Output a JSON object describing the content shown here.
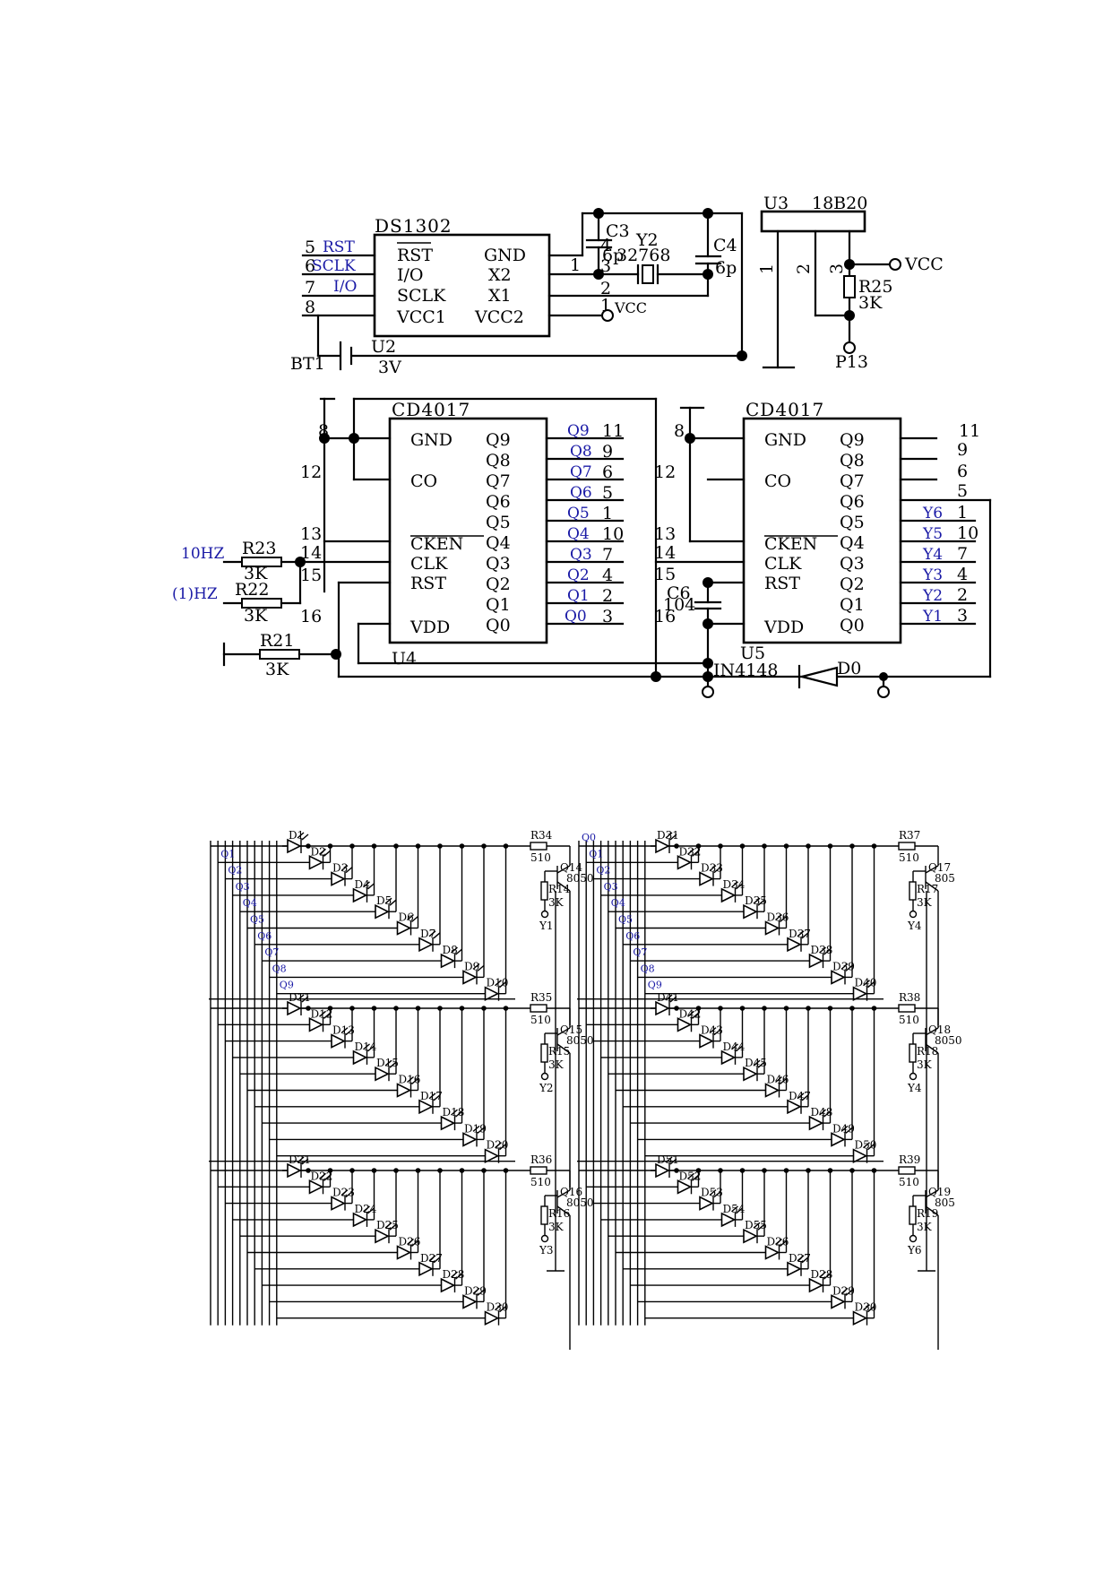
{
  "rtc": {
    "chip": "DS1302",
    "pins_left": [
      "RST",
      "I/O",
      "SCLK",
      "VCC1"
    ],
    "pins_right": [
      "GND",
      "X2",
      "X1",
      "VCC2"
    ],
    "pin_numbers": [
      "5",
      "6",
      "7",
      "8",
      "4",
      "3",
      "2",
      "1"
    ],
    "nets": [
      "RST",
      "SCLK",
      "I/O"
    ],
    "battery": "BT1",
    "battery_value": "3V",
    "ref": "U2",
    "vcc_label": "VCC"
  },
  "crystal": {
    "c3": "C3",
    "c3_value": "6p",
    "y2": "Y2",
    "y2_value": "32768",
    "c4": "C4",
    "c4_value": "6p"
  },
  "sensor": {
    "ref": "U3",
    "chip": "18B20",
    "pins": [
      "1",
      "2",
      "3"
    ],
    "r25": "R25",
    "r25_value": "3K",
    "vcc": "VCC",
    "port": "P13"
  },
  "counter_left": {
    "chip": "CD4017",
    "ref": "U4",
    "left_pins": [
      "GND",
      "CO",
      "CKEN",
      "CLK",
      "RST",
      "VDD"
    ],
    "left_pin_numbers": [
      "8",
      "12",
      "13",
      "14",
      "15",
      "16"
    ],
    "outputs": [
      "Q9",
      "Q8",
      "Q7",
      "Q6",
      "Q5",
      "Q4",
      "Q3",
      "Q2",
      "Q1",
      "Q0"
    ],
    "output_pins": [
      "11",
      "9",
      "6",
      "5",
      "1",
      "10",
      "7",
      "4",
      "2",
      "3"
    ],
    "nets": [
      "Q9",
      "Q8",
      "Q7",
      "Q6",
      "Q5",
      "Q4",
      "Q3",
      "Q2",
      "Q1",
      "Q0"
    ],
    "input1": "10HZ",
    "input2": "(1)HZ",
    "r23": "R23",
    "r22": "R22",
    "r21": "R21",
    "res_value": "3K"
  },
  "counter_right": {
    "chip": "CD4017",
    "ref": "U5",
    "nets": [
      "Y6",
      "Y5",
      "Y4",
      "Y3",
      "Y2",
      "Y1"
    ],
    "c6": "C6",
    "c6_value": "104",
    "diode": "IN4148",
    "diode_ref": "D0"
  },
  "led_matrix": {
    "left_rails": [
      "Q1",
      "Q2",
      "Q3",
      "Q4",
      "Q5",
      "Q6",
      "Q7",
      "Q8",
      "Q9"
    ],
    "right_rails": [
      "Q0",
      "Q1",
      "Q2",
      "Q3",
      "Q4",
      "Q5",
      "Q6",
      "Q7",
      "Q8",
      "Q9"
    ],
    "left_groups": [
      {
        "r": "R34",
        "rv": "510",
        "q": "Q14",
        "qv": "8050",
        "rb": "R14",
        "rbv": "3K",
        "y": "Y1",
        "leds": [
          "D1",
          "D2",
          "D3",
          "D4",
          "D5",
          "D6",
          "D7",
          "D8",
          "D9",
          "D10"
        ]
      },
      {
        "r": "R35",
        "rv": "510",
        "q": "Q15",
        "qv": "8050",
        "rb": "R15",
        "rbv": "3K",
        "y": "Y2",
        "leds": [
          "D11",
          "D12",
          "D13",
          "D14",
          "D15",
          "D16",
          "D17",
          "D18",
          "D19",
          "D20"
        ]
      },
      {
        "r": "R36",
        "rv": "510",
        "q": "Q16",
        "qv": "8050",
        "rb": "R16",
        "rbv": "3K",
        "y": "Y3",
        "leds": [
          "D21",
          "D22",
          "D23",
          "D24",
          "D25",
          "D26",
          "D27",
          "D28",
          "D29",
          "D30"
        ]
      }
    ],
    "right_groups": [
      {
        "r": "R37",
        "rv": "510",
        "q": "Q17",
        "qv": "805",
        "rb": "R17",
        "rbv": "3K",
        "y": "Y4",
        "leds": [
          "D31",
          "D32",
          "D33",
          "D34",
          "D35",
          "D36",
          "D37",
          "D38",
          "D39",
          "D40"
        ]
      },
      {
        "r": "R38",
        "rv": "510",
        "q": "Q18",
        "qv": "8050",
        "rb": "R18",
        "rbv": "3K",
        "y": "Y4",
        "leds": [
          "D41",
          "D42",
          "D43",
          "D44",
          "D45",
          "D46",
          "D47",
          "D48",
          "D49",
          "D50"
        ]
      },
      {
        "r": "R39",
        "rv": "510",
        "q": "Q19",
        "qv": "805",
        "rb": "R19",
        "rbv": "3K",
        "y": "Y6",
        "leds": [
          "D51",
          "D52",
          "D53",
          "D54",
          "D55",
          "D26",
          "D27",
          "D28",
          "D29",
          "D30"
        ]
      }
    ]
  }
}
